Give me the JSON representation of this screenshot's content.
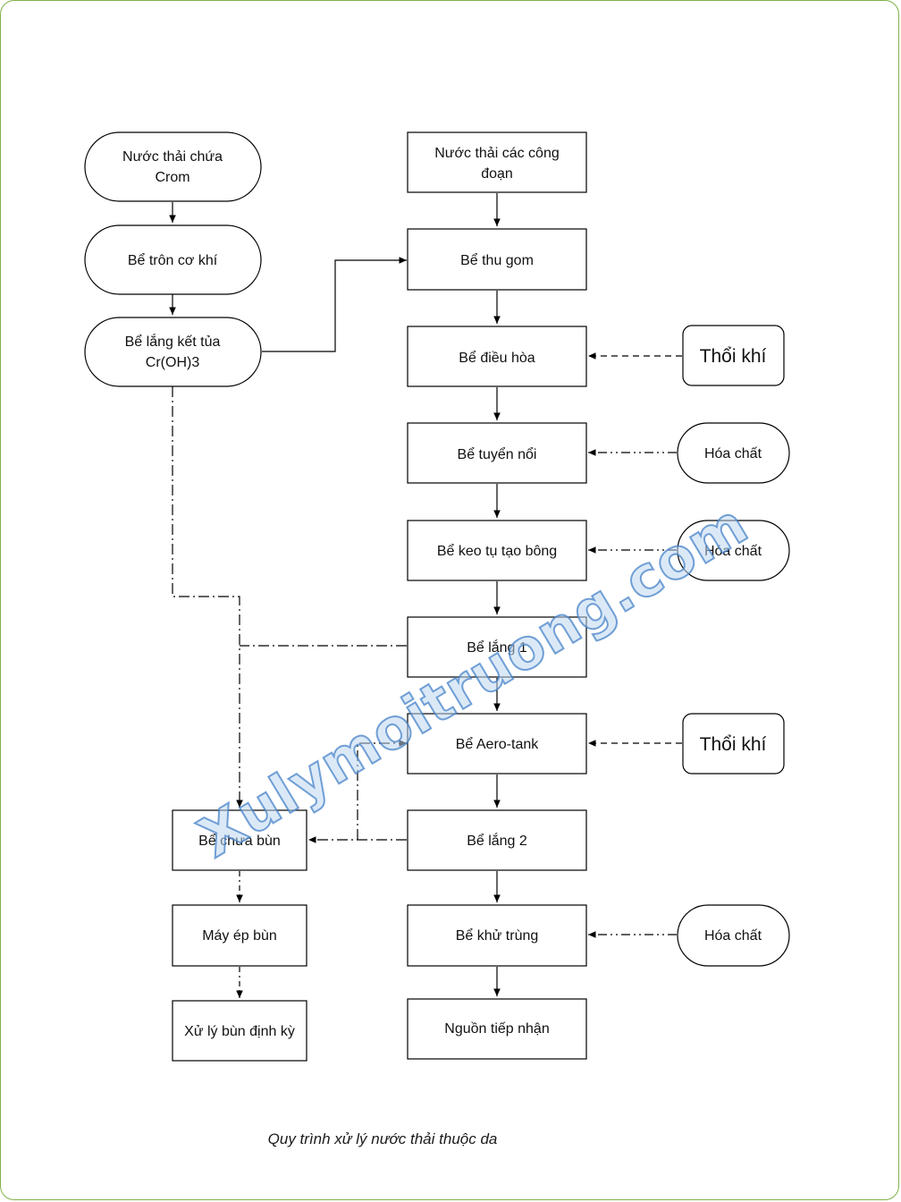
{
  "nodes": {
    "crom_input": {
      "lines": [
        "Nước thải chứa",
        "Crom"
      ]
    },
    "mixing_tank": {
      "lines": [
        "Bể trôn cơ khí"
      ]
    },
    "precip_tank": {
      "lines": [
        "Bể lắng kết tủa",
        "Cr(OH)3"
      ]
    },
    "process_input": {
      "lines": [
        "Nước thải các công",
        "đoạn"
      ]
    },
    "collection_tank": {
      "lines": [
        "Bể thu gom"
      ]
    },
    "equalization_tank": {
      "lines": [
        "Bể điều hòa"
      ]
    },
    "flotation_tank": {
      "lines": [
        "Bể tuyển nổi"
      ]
    },
    "coag_tank": {
      "lines": [
        "Bể keo tụ tạo bông"
      ]
    },
    "settling_1": {
      "lines": [
        "Bể lắng 1"
      ]
    },
    "aerotank": {
      "lines": [
        "Bể Aero-tank"
      ]
    },
    "settling_2": {
      "lines": [
        "Bể lắng 2"
      ]
    },
    "disinfection_tank": {
      "lines": [
        "Bể khử trùng"
      ]
    },
    "receiving_source": {
      "lines": [
        "Nguồn tiếp nhận"
      ]
    },
    "aeration_1": {
      "lines": [
        "Thổi khí"
      ]
    },
    "chemical_1": {
      "lines": [
        "Hóa chất"
      ]
    },
    "chemical_2": {
      "lines": [
        "Hóa chất"
      ]
    },
    "aeration_2": {
      "lines": [
        "Thổi khí"
      ]
    },
    "chemical_3": {
      "lines": [
        "Hóa chất"
      ]
    },
    "sludge_tank": {
      "lines": [
        "Bể chưa bùn"
      ]
    },
    "sludge_press": {
      "lines": [
        "Máy ép bùn"
      ]
    },
    "sludge_disposal": {
      "lines": [
        "Xử lý bùn định kỳ"
      ]
    }
  },
  "caption": "Quy trình xử lý nước thải thuộc da",
  "watermark": "Xulymoitruong.com",
  "colors": {
    "frame": "#7fb24a",
    "line": "#000000",
    "watermark": "#4682c8"
  }
}
